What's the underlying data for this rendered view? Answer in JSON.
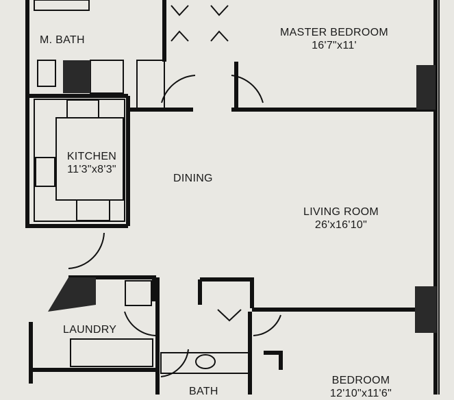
{
  "rooms": {
    "master_bedroom": {
      "name": "MASTER BEDROOM",
      "size": "16'7\"x11'"
    },
    "master_bath": {
      "name": "M. BATH"
    },
    "kitchen": {
      "name": "KITCHEN",
      "size": "11'3\"x8'3\""
    },
    "dining": {
      "name": "DINING"
    },
    "living_room": {
      "name": "LIVING ROOM",
      "size": "26'x16'10\""
    },
    "laundry": {
      "name": "LAUNDRY"
    },
    "bath": {
      "name": "BATH"
    },
    "bedroom": {
      "name": "BEDROOM",
      "size": "12'10\"x11'6\""
    }
  },
  "colors": {
    "paper": "#e9e8e3",
    "wall": "#111111"
  }
}
